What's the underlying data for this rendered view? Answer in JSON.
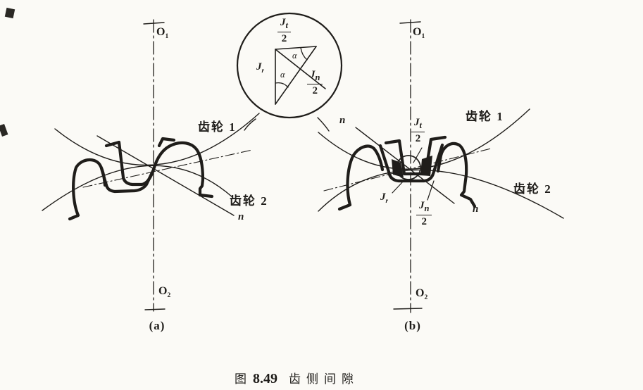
{
  "figure": {
    "background_color": "#fbfaf6",
    "ink_color": "#1f1d1a",
    "type": "textbook gear backlash diagram"
  },
  "caption": {
    "prefix": "图",
    "number": "8.49",
    "title": "齿侧间隙"
  },
  "inset": {
    "jt": {
      "base": "J",
      "sub": "t",
      "den": "2"
    },
    "jr": {
      "base": "J",
      "sub": "r"
    },
    "jn": {
      "base": "J",
      "sub": "n",
      "den": "2"
    },
    "alpha_upper": "α",
    "alpha_lower": "α"
  },
  "diagram_a": {
    "label": "(a)",
    "o1": {
      "base": "O",
      "sub": "1"
    },
    "o2": {
      "base": "O",
      "sub": "2"
    },
    "gear1": "齿轮 1",
    "gear2": "齿轮 2",
    "n": "n"
  },
  "diagram_b": {
    "label": "(b)",
    "o1": {
      "base": "O",
      "sub": "1"
    },
    "o2": {
      "base": "O",
      "sub": "2"
    },
    "gear1": "齿轮 1",
    "gear2": "齿轮 2",
    "n_upper": "n",
    "n_lower": "n",
    "jt": {
      "base": "J",
      "sub": "t",
      "den": "2"
    },
    "jr": {
      "base": "J",
      "sub": "r"
    },
    "jn": {
      "base": "J",
      "sub": "n",
      "den": "2"
    }
  }
}
